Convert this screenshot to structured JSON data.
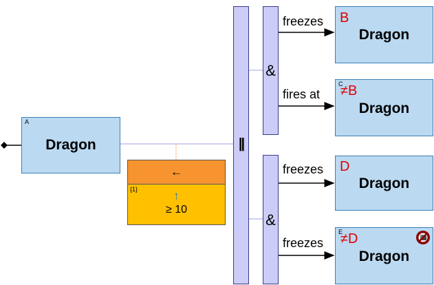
{
  "source_node": {
    "corner": "A",
    "title": "Dragon"
  },
  "parallel_op": {
    "symbol": "||"
  },
  "and_top": {
    "symbol": "&"
  },
  "and_bottom": {
    "symbol": "&"
  },
  "filter": {
    "arrow": "←",
    "corner": "{1}",
    "sort_icon": "↑",
    "condition": "≥ 10"
  },
  "targets": [
    {
      "edge_label": "freezes",
      "corner": "",
      "red_label": "B",
      "title": "Dragon"
    },
    {
      "edge_label": "fires at",
      "corner": "C",
      "red_label": "≠B",
      "title": "Dragon"
    },
    {
      "edge_label": "freezes",
      "corner": "",
      "red_label": "D",
      "title": "Dragon"
    },
    {
      "edge_label": "freezes",
      "corner": "E",
      "red_label": "≠D",
      "title": "Dragon",
      "badge": "no-entry-icon"
    }
  ],
  "colors": {
    "node_fill": "#bbd9f1",
    "bar_fill": "#ccccf8",
    "filter_header": "#f7942f",
    "filter_body": "#ffc000",
    "red_text": "#e00000",
    "connector": "#c0c0ee"
  }
}
